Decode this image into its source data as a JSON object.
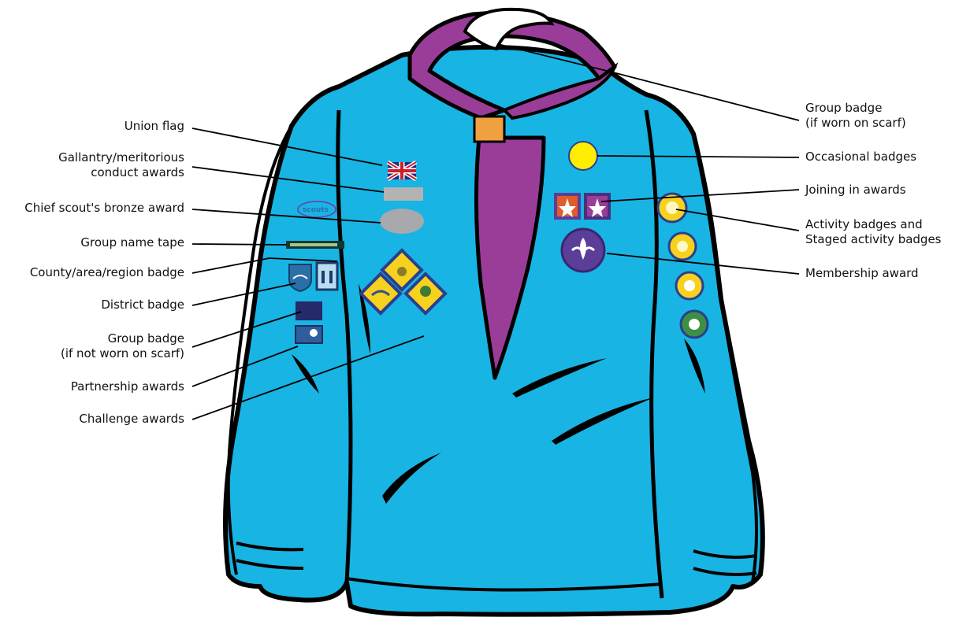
{
  "labels_left": {
    "union_flag": "Union flag",
    "gallantry_line1": "Gallantry/meritorious",
    "gallantry_line2": "conduct awards",
    "chief_scout": "Chief scout's bronze award",
    "group_name_tape": "Group name tape",
    "county": "County/area/region badge",
    "district": "District badge",
    "group_badge_line1": "Group badge",
    "group_badge_line2": "(if not worn on scarf)",
    "partnership": "Partnership awards",
    "challenge": "Challenge awards"
  },
  "labels_right": {
    "group_badge_scarf_line1": "Group badge",
    "group_badge_scarf_line2": "(if worn on scarf)",
    "occasional": "Occasional badges",
    "joining_in": "Joining in awards",
    "activity_line1": "Activity badges and",
    "activity_line2": "Staged activity badges",
    "membership": "Membership award"
  },
  "sleeve_logo": "scouts",
  "colors": {
    "shirt": "#18b4e3",
    "scarf": "#9a3d99",
    "woggle": "#f0a040",
    "outline": "#000000",
    "occasional_badge": "#ffee00",
    "membership_badge": "#5b3e98",
    "gallantry_badge": "#b3b3b3",
    "challenge_badge": "#f6d21f"
  }
}
